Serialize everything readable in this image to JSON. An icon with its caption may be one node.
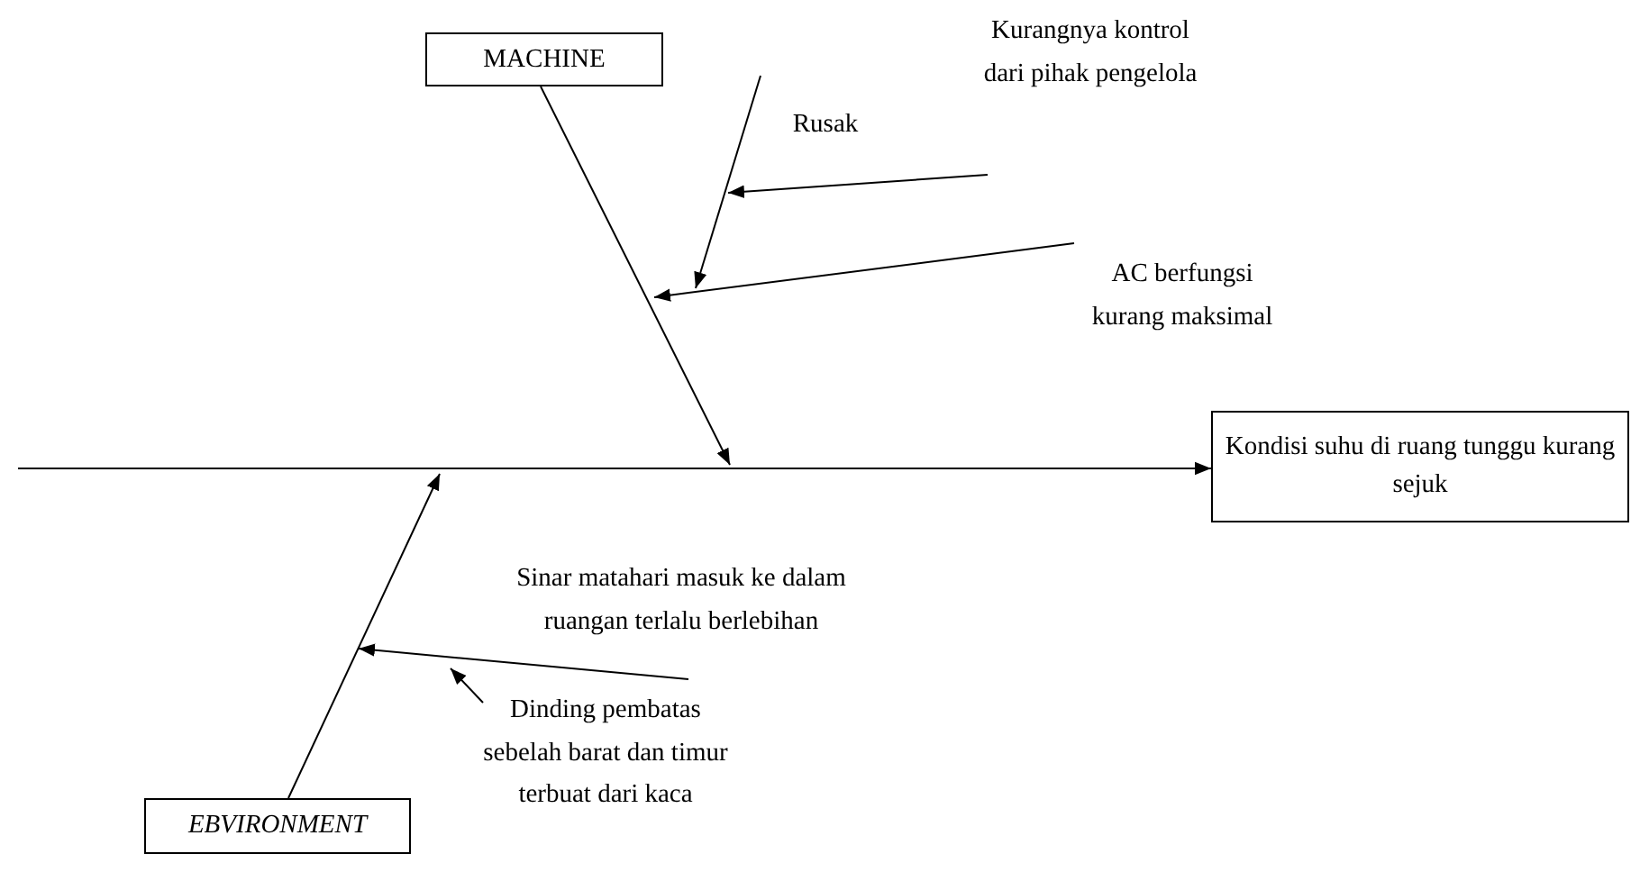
{
  "diagram": {
    "nodes": [
      {
        "text": [
          "MACHINE"
        ]
      },
      {
        "text": [
          "Rusak"
        ]
      },
      {
        "text": [
          "Kurangnya kontrol dari pihak pengelola"
        ]
      },
      {
        "text": [
          "AC berfungsi kurang maksimal"
        ]
      },
      {
        "text": [
          "Kondisi suhu di ruang tunggu kurang sejuk"
        ]
      },
      {
        "text": [
          "Sinar matahari masuk ke dalam ruangan terlalu berlebihan"
        ]
      },
      {
        "text": [
          "Dinding pembatas sebelah barat dan timur terbuat dari kaca"
        ]
      },
      {
        "text": [
          "EBVIRONMENT"
        ]
      }
    ],
    "edges": [
      {
        "from": null,
        "to": 4,
        "arrow": "to"
      },
      {
        "from": 0,
        "to": null,
        "arrow": "to"
      },
      {
        "from": 1,
        "to": null,
        "arrow": "to"
      },
      {
        "from": 2,
        "to": null,
        "arrow": "to"
      },
      {
        "from": 3,
        "to": null,
        "arrow": "to"
      },
      {
        "from": 7,
        "to": null,
        "arrow": "to"
      },
      {
        "from": 5,
        "to": null,
        "arrow": "to"
      },
      {
        "from": 6,
        "to": null,
        "arrow": "to"
      }
    ]
  }
}
